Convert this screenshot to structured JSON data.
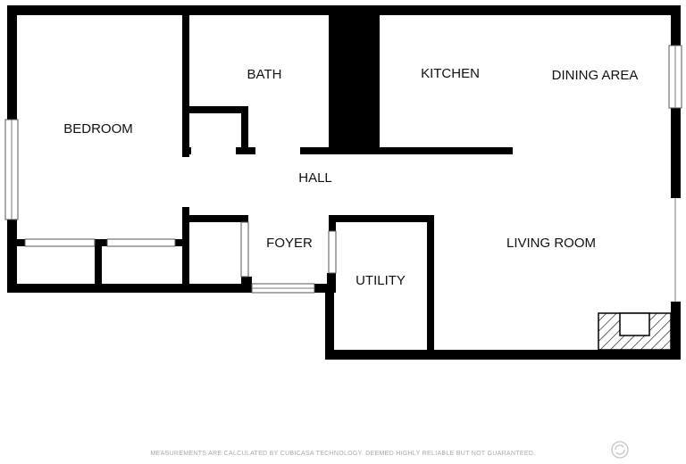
{
  "rooms": {
    "bedroom": "BEDROOM",
    "bath": "BATH",
    "kitchen": "KITCHEN",
    "dining_area": "DINING AREA",
    "hall": "HALL",
    "foyer": "FOYER",
    "utility": "UTILITY",
    "living_room": "LIVING ROOM"
  },
  "disclaimer": "MEASUREMENTS ARE CALCULATED BY CUBICASA TECHNOLOGY. DEEMED HIGHLY RELIABLE BUT NOT GUARANTEED.",
  "colors": {
    "wall": "#000000",
    "background": "#ffffff",
    "disclaimer_text": "#a8a8a8"
  },
  "icons": {
    "logo": "cubicasa-logo-icon",
    "fireplace": "fireplace-icon"
  }
}
